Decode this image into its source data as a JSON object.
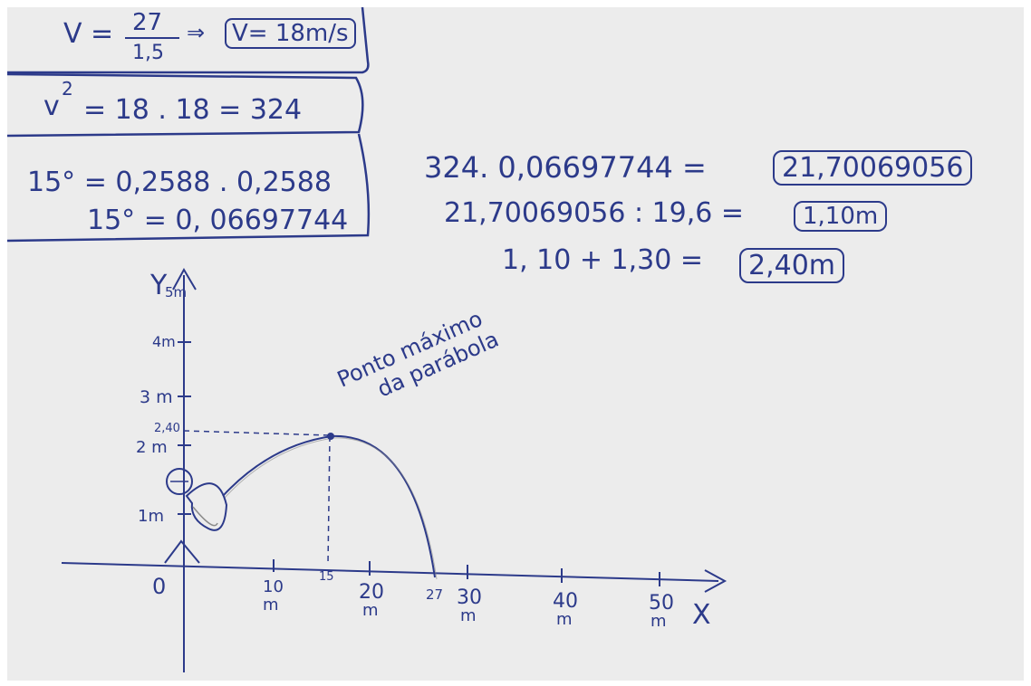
{
  "colors": {
    "ink": "#2c3a8a",
    "paper": "#ececec",
    "pencil": "#8a8a8a"
  },
  "calc_box": {
    "velocity": {
      "lhs": "V =",
      "numerator": "27",
      "denominator": "1,5",
      "arrow": "⇒",
      "result": "V= 18m/s"
    },
    "velocity_squared": {
      "lhs": "v",
      "exponent": "2",
      "rhs": "= 18 . 18 = 324"
    },
    "sin_squared": {
      "line1": "15° = 0,2588 . 0,2588",
      "line2": "15° = 0, 06697744"
    }
  },
  "right_calcs": {
    "line1": {
      "expr": "324. 0,06697744 =",
      "result": "21,70069056"
    },
    "line2": {
      "expr": "21,70069056 : 19,6 =",
      "result": "1,10m"
    },
    "line3": {
      "expr": "1, 10 + 1,30 =",
      "result": "2,40m"
    }
  },
  "graph": {
    "y_axis_label": "Y",
    "y_ticks": [
      "1m",
      "2 m",
      "2,40",
      "3 m",
      "4m",
      "5m"
    ],
    "x_axis_label": "X",
    "origin_label": "0",
    "x_ticks": [
      {
        "value": "10",
        "unit": "m"
      },
      {
        "value": "15",
        "unit": ""
      },
      {
        "value": "20",
        "unit": "m"
      },
      {
        "value": "27",
        "unit": ""
      },
      {
        "value": "30",
        "unit": "m"
      },
      {
        "value": "40",
        "unit": "m"
      },
      {
        "value": "50",
        "unit": "m"
      }
    ],
    "annotation_line1": "Ponto máximo",
    "annotation_line2": "da parábola"
  }
}
